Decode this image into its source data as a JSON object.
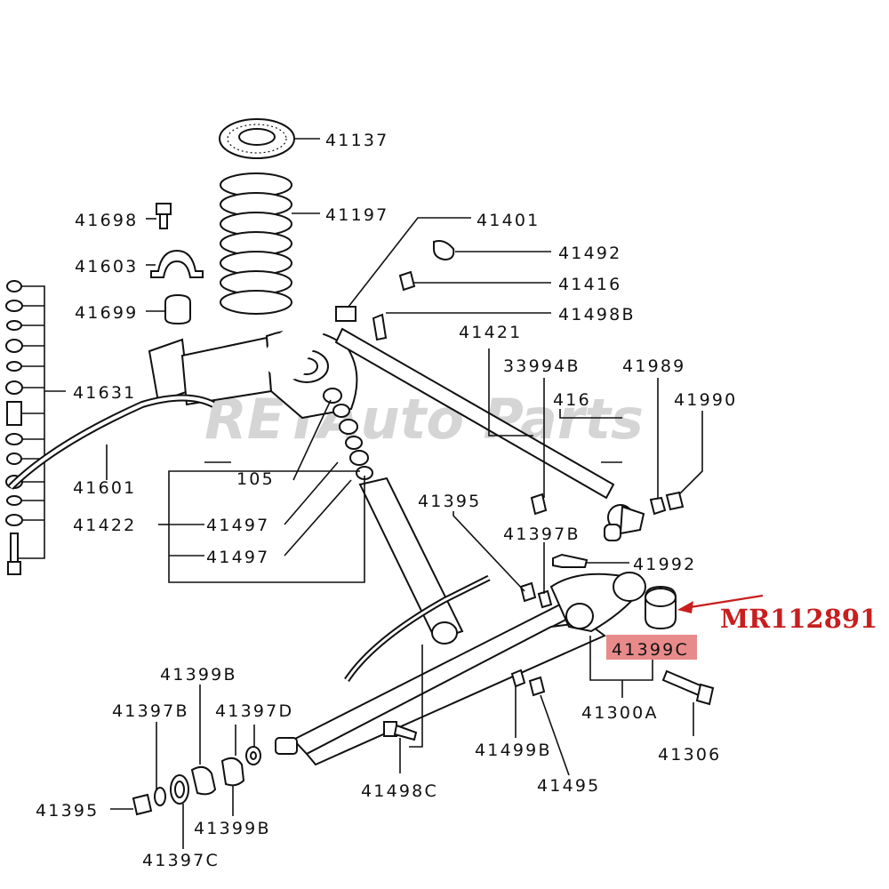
{
  "watermark": "RETAuto Parts",
  "callout": {
    "part_number": "MR112891",
    "highlight_label": "41399C",
    "color": "#c81e1e",
    "highlight_fill": "#e88a8a"
  },
  "labels": {
    "l41137": "41137",
    "l41197": "41197",
    "l41698": "41698",
    "l41603": "41603",
    "l41699": "41699",
    "l41401": "41401",
    "l41492": "41492",
    "l41416": "41416",
    "l41498B": "41498B",
    "l41421": "41421",
    "l33994B": "33994B",
    "l41989": "41989",
    "l41631": "41631",
    "l416": "416",
    "l41990": "41990",
    "l41601": "41601",
    "l105": "105",
    "l41422": "41422",
    "l41497a": "41497",
    "l41497b": "41497",
    "l41395a": "41395",
    "l41397Ba": "41397B",
    "l41992": "41992",
    "l41300A": "41300A",
    "l41306": "41306",
    "l41399Ba": "41399B",
    "l41397Bb": "41397B",
    "l41397D": "41397D",
    "l41499B": "41499B",
    "l41495": "41495",
    "l41498C": "41498C",
    "l41395b": "41395",
    "l41399Bb": "41399B",
    "l41397C": "41397C"
  }
}
